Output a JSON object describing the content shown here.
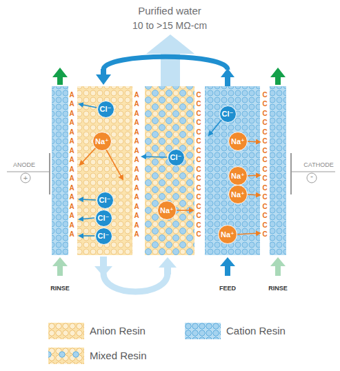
{
  "diagram": {
    "nodes": [
      {
        "text": [
          "Cl⁻"
        ]
      },
      {
        "text": [
          "Na⁺"
        ]
      },
      {
        "text": [
          "Cl⁻"
        ]
      },
      {
        "text": [
          "Cl⁻"
        ]
      },
      {
        "text": [
          "Cl⁻"
        ]
      },
      {
        "text": [
          "Cl⁻"
        ]
      },
      {
        "text": [
          "Na⁺"
        ]
      },
      {
        "text": [
          "Cl⁻"
        ]
      },
      {
        "text": [
          "Na⁺"
        ]
      },
      {
        "text": [
          "Na⁺"
        ]
      },
      {
        "text": [
          "Na⁺"
        ]
      },
      {
        "text": [
          "Na⁺"
        ]
      }
    ],
    "labels": [
      "Purified water",
      "10 to >15 MΩ-cm",
      "ANODE",
      "+",
      "CATHODE",
      "-",
      "RINSE",
      "FEED",
      "RINSE",
      "A",
      "A",
      "A",
      "A",
      "A",
      "A",
      "A",
      "A",
      "A",
      "A",
      "A",
      "A",
      "A",
      "A",
      "A",
      "A",
      "A",
      "A",
      "A",
      "A",
      "A",
      "A",
      "A",
      "A",
      "A",
      "A",
      "A",
      "A",
      "A",
      "A",
      "A",
      "A",
      "C",
      "C",
      "C",
      "C",
      "C",
      "C",
      "C",
      "C",
      "C",
      "C",
      "C",
      "C",
      "C",
      "C",
      "C",
      "C",
      "C",
      "C",
      "C",
      "C",
      "C",
      "C",
      "C",
      "C",
      "C",
      "C",
      "C",
      "C",
      "C",
      "C",
      "C",
      "C"
    ],
    "legend": [
      {
        "text": "Anion Resin",
        "color": "#fbe3ad"
      },
      {
        "text": "Cation Resin",
        "color": "#b7dcf2"
      },
      {
        "text": "Mixed Resin",
        "color": "#fbe3ad"
      }
    ]
  }
}
